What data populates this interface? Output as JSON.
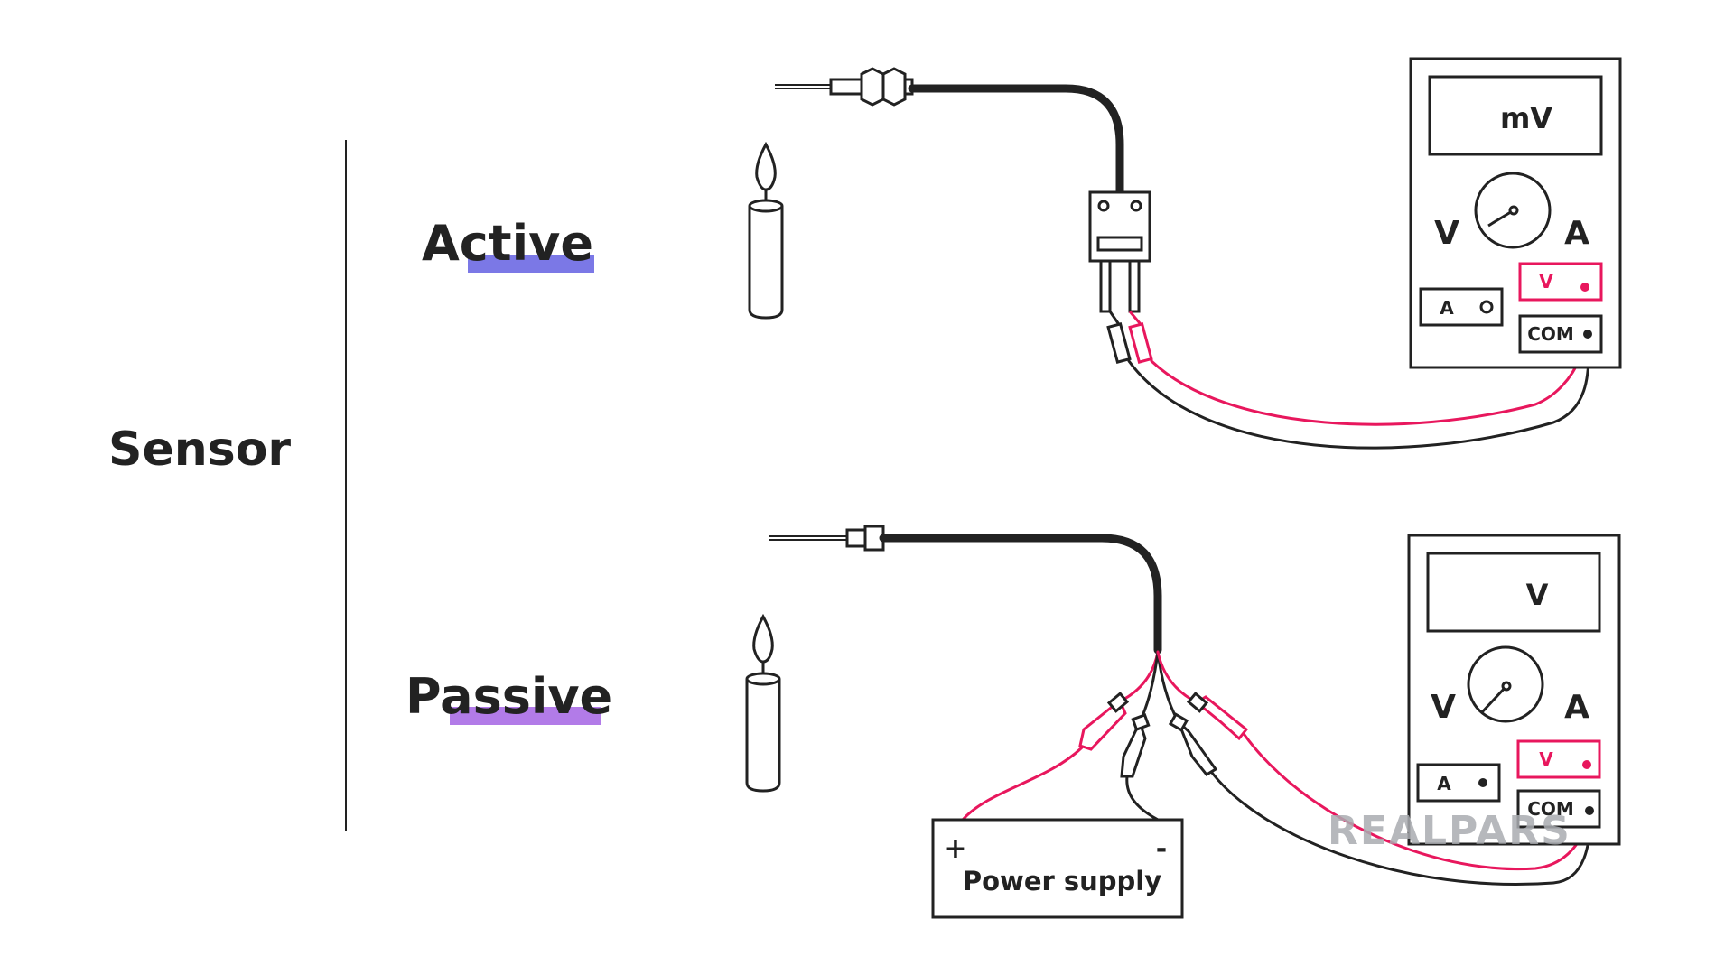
{
  "labels": {
    "sensor": "Sensor",
    "active": "Active",
    "passive": "Passive"
  },
  "active_meter": {
    "display": "mV",
    "dial_left": "V",
    "dial_right": "A",
    "port_a": "A",
    "port_v": "V",
    "port_com": "COM"
  },
  "passive_meter": {
    "display": "V",
    "dial_left": "V",
    "dial_right": "A",
    "port_a": "A",
    "port_v": "V",
    "port_com": "COM"
  },
  "power_supply": {
    "plus": "+",
    "minus": "-",
    "label": "Power supply"
  },
  "watermark": "REALPARS",
  "colors": {
    "ink": "#222222",
    "red_wire": "#e8175d",
    "active_highlight": "#7b78e6",
    "passive_highlight": "#b27be8",
    "watermark": "#a9acb0"
  }
}
